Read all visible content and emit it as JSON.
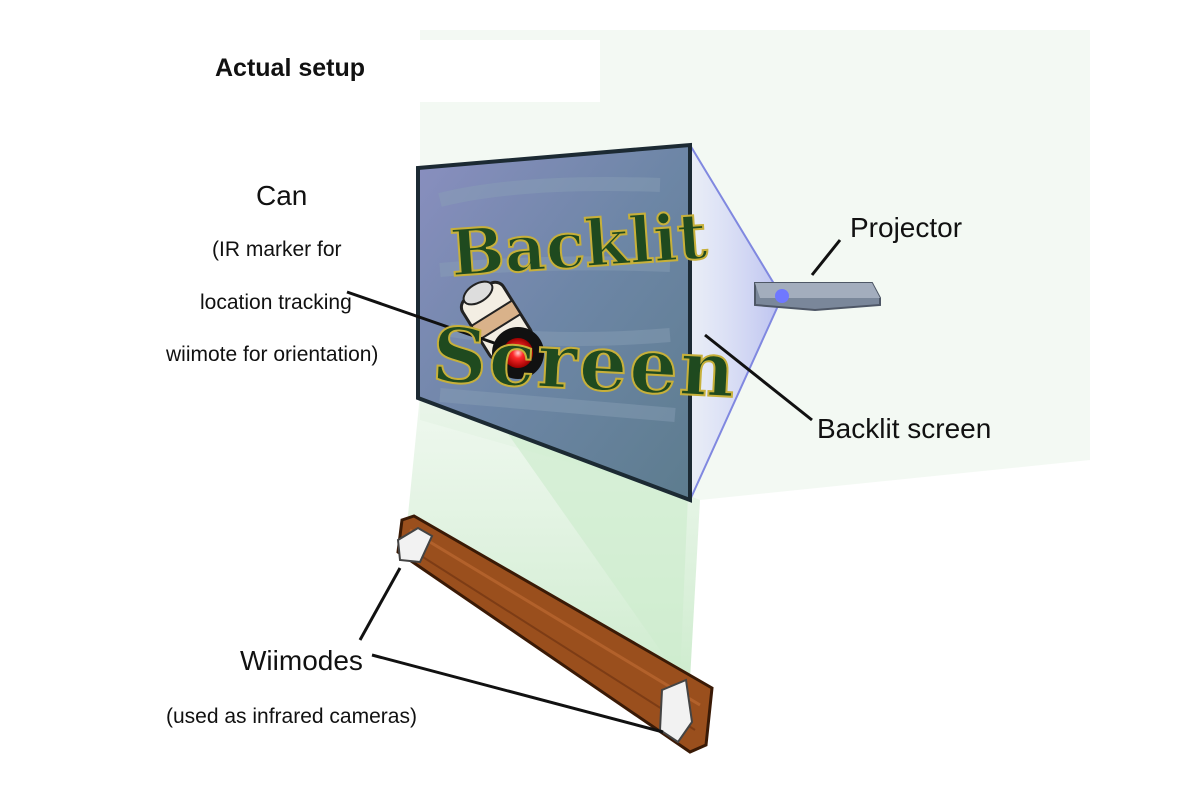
{
  "title": "Actual setup",
  "labels": {
    "can": "Can",
    "can_line1": "(IR marker for",
    "can_line2": "location tracking",
    "can_line3": "wiimote for orientation)",
    "projector": "Projector",
    "backlit_screen": "Backlit screen",
    "wiimodes": "Wiimodes",
    "wiimodes_sub": "(used as infrared cameras)"
  },
  "screen_text": {
    "line1": "Backlit",
    "line2": "Screen"
  },
  "colors": {
    "screen_fill": "#6f86a6",
    "screen_edge": "#1c2a33",
    "green_beam": "#bfe3bf",
    "blue_beam": "#c9cdf2",
    "board": "#9a4f1d",
    "ir_dot": "#ff1a1a"
  }
}
